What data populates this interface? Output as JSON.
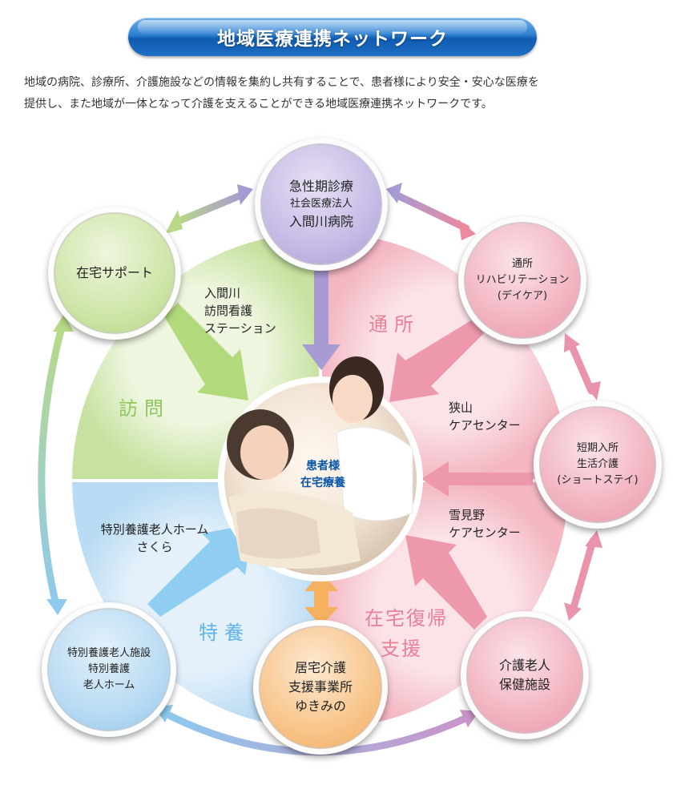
{
  "title": "地域医療連携ネットワーク",
  "intro": {
    "line1": "地域の病院、診療所、介護施設などの情報を集約し共有することで、患者様により安全・安心な医療を",
    "line2": "提供し、また地域が一体となって介護を支えることができる地域医療連携ネットワークです。"
  },
  "center": {
    "line1": "患者様",
    "line2": "在宅療養"
  },
  "segments": {
    "houmon": "訪問",
    "tsusho": "通所",
    "tokuyo": "特養",
    "zaitaku_1": "在宅復帰",
    "zaitaku_2": "支援"
  },
  "inner_labels": {
    "visiting_nursing": [
      "入間川",
      "訪問看護",
      "ステーション"
    ],
    "sayama": [
      "狭山",
      "ケアセンター"
    ],
    "yukimino": [
      "雪見野",
      "ケアセンター"
    ],
    "sakura": [
      "特別養護老人ホーム",
      "さくら"
    ]
  },
  "nodes": {
    "acute": {
      "line1": "急性期診療",
      "line2": "社会医療法人",
      "line3": "入間川病院"
    },
    "home_support": {
      "line1": "在宅サポート"
    },
    "day_rehab": {
      "line1": "通所",
      "line2": "リハビリテーション",
      "line3": "(デイケア)"
    },
    "short_stay": {
      "line1": "短期入所",
      "line2": "生活介護",
      "line3": "(ショートステイ)"
    },
    "health_facility": {
      "line1": "介護老人",
      "line2": "保健施設"
    },
    "care_support": {
      "line1": "居宅介護",
      "line2": "支援事業所",
      "line3": "ゆきみの"
    },
    "nursing_home": {
      "line1": "特別養護老人施設",
      "line2": "特別養護",
      "line3": "老人ホーム"
    }
  },
  "colors": {
    "title_blue": "#1e6fc4",
    "green": "#a9d06b",
    "purple": "#a89ad2",
    "pink": "#ec8a9f",
    "blue": "#7cc2ec",
    "orange": "#f5b160",
    "center_text": "#0a56a8"
  }
}
